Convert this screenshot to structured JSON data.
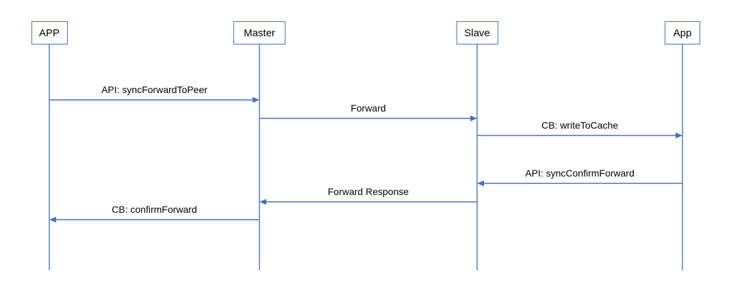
{
  "diagram": {
    "type": "sequence-diagram",
    "colors": {
      "accent": "#4472C4",
      "text": "#000000",
      "background": "#ffffff"
    },
    "actors": [
      {
        "label": "APP"
      },
      {
        "label": "Master"
      },
      {
        "label": "Slave"
      },
      {
        "label": "App"
      }
    ],
    "messages": [
      {
        "label": "API: syncForwardToPeer",
        "from": 0,
        "to": 1,
        "direction": "right"
      },
      {
        "label": "Forward",
        "from": 1,
        "to": 2,
        "direction": "right"
      },
      {
        "label": "CB: writeToCache",
        "from": 2,
        "to": 3,
        "direction": "right"
      },
      {
        "label": "API: syncConfirmForward",
        "from": 3,
        "to": 2,
        "direction": "left"
      },
      {
        "label": "Forward Response",
        "from": 2,
        "to": 1,
        "direction": "left"
      },
      {
        "label": "CB: confirmForward",
        "from": 1,
        "to": 0,
        "direction": "left"
      }
    ]
  }
}
